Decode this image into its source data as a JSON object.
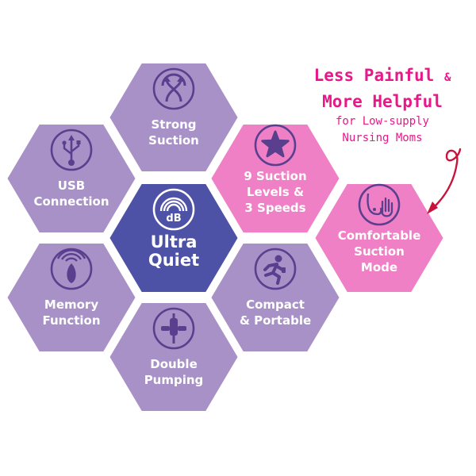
{
  "colors": {
    "lavender": "#a891c7",
    "pink": "#ef80c5",
    "navy": "#4e52a6",
    "icon_purple": "#5b3f8f",
    "accent_magenta": "#e8178a",
    "arrow_red": "#c8143c"
  },
  "callout": {
    "line1": "Less Painful",
    "amp": "&",
    "line2": "More Helpful",
    "line3": "for Low-supply",
    "line4": "Nursing Moms"
  },
  "hexagons": [
    {
      "id": "strong-suction",
      "icon": "suction-arrows-icon",
      "color": "lavender",
      "lines": [
        "Strong",
        "Suction"
      ]
    },
    {
      "id": "usb-connection",
      "icon": "usb-icon",
      "color": "lavender",
      "lines": [
        "USB",
        "Connection"
      ]
    },
    {
      "id": "ultra-quiet",
      "icon": "decibel-icon",
      "icon_text": "dB",
      "color": "navy",
      "lines": [
        "Ultra",
        "Quiet"
      ]
    },
    {
      "id": "suction-levels",
      "icon": "star-icon",
      "color": "pink",
      "lines": [
        "9 Suction",
        "Levels &",
        "3 Speeds"
      ]
    },
    {
      "id": "comfortable-mode",
      "icon": "breast-hand-icon",
      "color": "pink",
      "lines": [
        "Comfortable",
        "Suction",
        "Mode"
      ]
    },
    {
      "id": "memory-function",
      "icon": "memory-signal-icon",
      "color": "lavender",
      "lines": [
        "Memory",
        "Function"
      ]
    },
    {
      "id": "compact-portable",
      "icon": "running-person-icon",
      "color": "lavender",
      "lines": [
        "Compact",
        "& Portable"
      ]
    },
    {
      "id": "double-pumping",
      "icon": "double-pump-icon",
      "color": "lavender",
      "lines": [
        "Double",
        "Pumping"
      ]
    }
  ]
}
